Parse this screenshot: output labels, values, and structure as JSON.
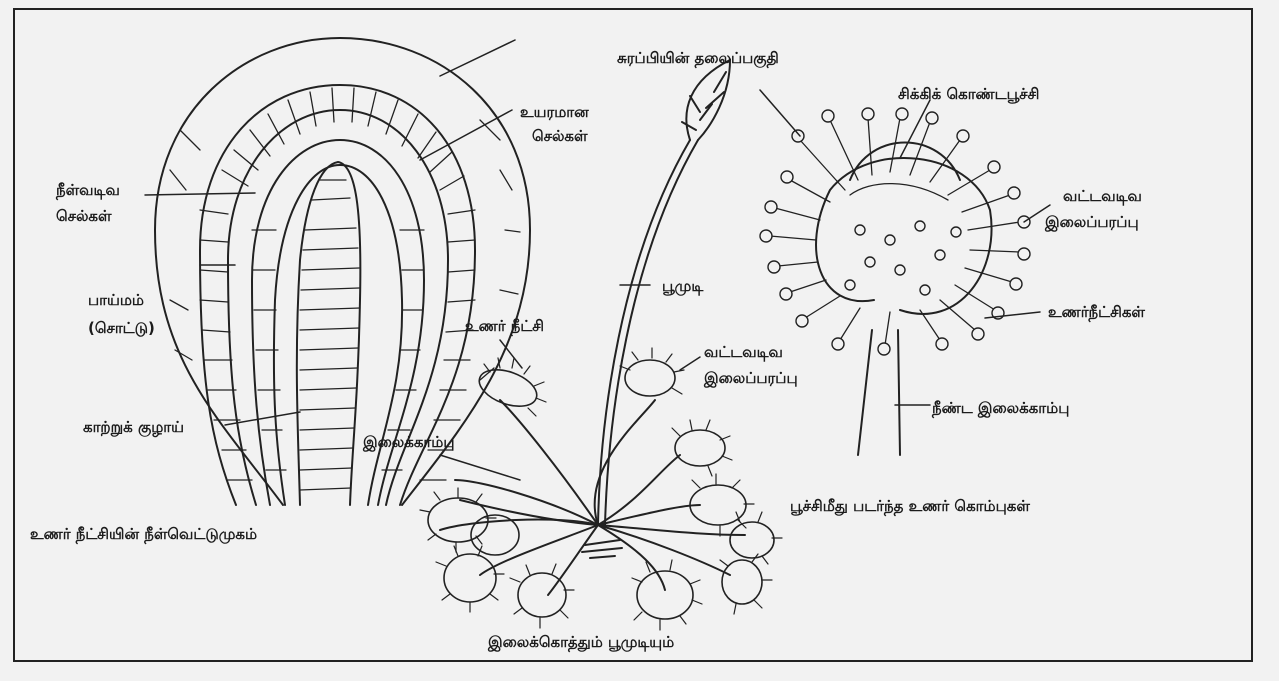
{
  "labels": {
    "stalk_head": "சுரப்பியின் தலைப்பகுதி",
    "tall_cells_1": "உயரமான",
    "tall_cells_2": "செல்கள்",
    "elongated_cells_1": "நீள்வடிவ",
    "elongated_cells_2": "செல்கள்",
    "parenchyma_1": "பாய்மம்",
    "parenchyma_2": "(சொட்டு)",
    "air_tube": "காற்றுக் குழாய்",
    "section_caption": "உணர் நீட்சியின் நீள்வெட்டுமுகம்",
    "flower_stalk": "பூமுடி",
    "tentacle": "உணர் நீட்சி",
    "round_blade_mid_1": "வட்டவடிவ",
    "round_blade_mid_2": "இலைப்பரப்பு",
    "petiole": "இலைக்காம்பு",
    "plant_caption": "இலைக்கொத்தும் பூமுடியும்",
    "trapped_insect": "சிக்கிக் கொண்டபூச்சி",
    "round_blade_right_1": "வட்டவடிவ",
    "round_blade_right_2": "இலைப்பரப்பு",
    "tentacles": "உணர்நீட்சிகள்",
    "long_petiole": "நீண்ட இலைக்காம்பு",
    "bent_tentacles": "பூச்சிமீது படர்ந்த உணர் கொம்புகள்"
  }
}
